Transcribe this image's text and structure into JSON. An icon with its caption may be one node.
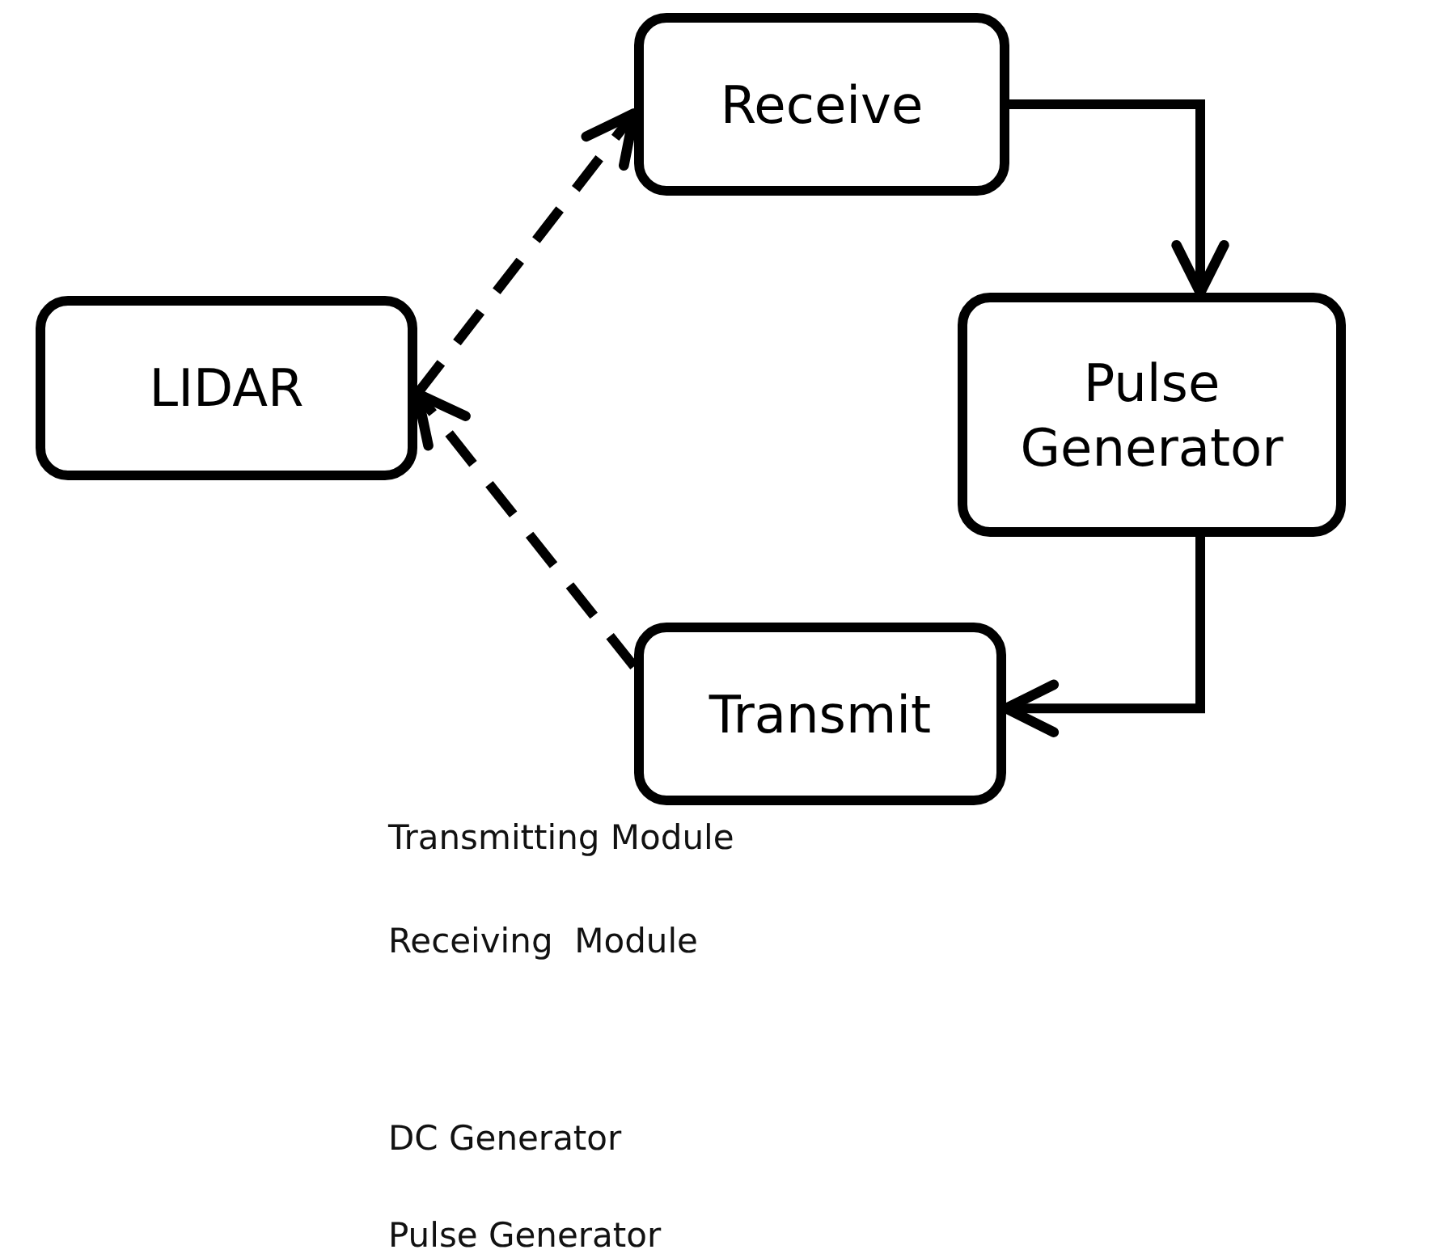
{
  "diagram": {
    "nodes": [
      {
        "text": [
          "Receive"
        ]
      },
      {
        "text": [
          "LIDAR"
        ]
      },
      {
        "text": [
          "Pulse Generator"
        ]
      },
      {
        "text": [
          "Transmit"
        ]
      }
    ],
    "edges": [
      {
        "from": 0,
        "to": 2,
        "arrow": "to"
      },
      {
        "from": 2,
        "to": 3,
        "arrow": "to"
      },
      {
        "from": 3,
        "to": 1,
        "arrow": "to",
        "style": "dashed"
      },
      {
        "from": 1,
        "to": 0,
        "arrow": "to",
        "style": "dashed"
      }
    ],
    "labels": [
      "Transmitting Module",
      "Receiving  Module",
      "DC Generator",
      "Pulse Generator"
    ]
  }
}
